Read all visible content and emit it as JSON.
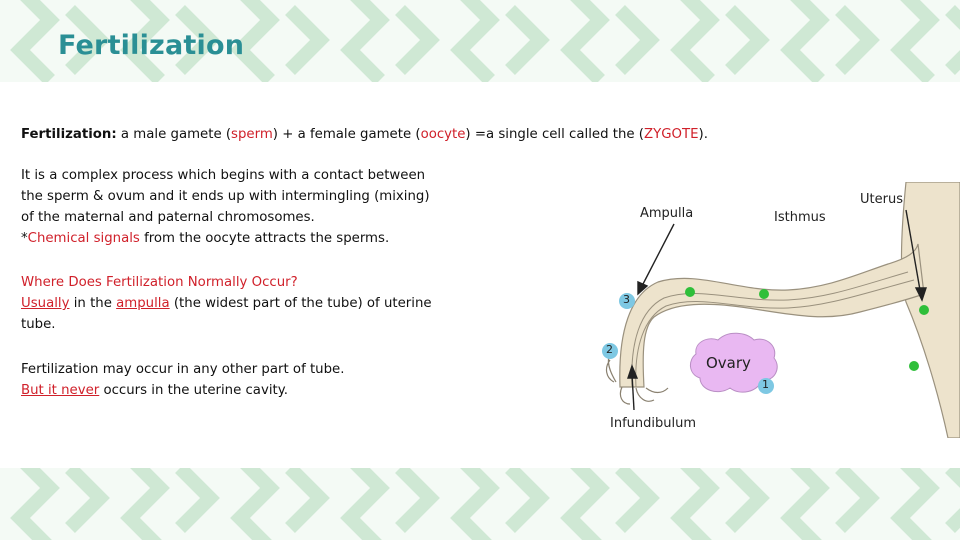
{
  "slide": {
    "title": "Fertilization",
    "definition": {
      "term": "Fertilization:",
      "part1": " a male gamete (",
      "sperm": "sperm",
      "part2": ") + a female gamete (",
      "oocyte": "oocyte",
      "part3": ") =a single cell called the (",
      "zygote": "ZYGOTE",
      "part4": ")."
    },
    "para1": {
      "line1": "It is a complex process which begins with a contact between",
      "line2": "the sperm & ovum and it ends up with intermingling (mixing)",
      "line3": "of the maternal and paternal chromosomes.",
      "line4_prefix": "*",
      "line4_highlight": "Chemical signals",
      "line4_rest": " from the oocyte attracts the sperms."
    },
    "para2": {
      "question": "Where Does Fertilization Normally Occur?",
      "usually": "Usually",
      "in_the": " in the ",
      "ampulla": "ampulla",
      "rest": " (the widest part of the tube) of uterine",
      "line3": "tube."
    },
    "para3": {
      "line1": "Fertilization may occur in any other part of tube.",
      "but_never": "But it never",
      "rest": " occurs in the uterine cavity."
    }
  },
  "diagram": {
    "labels": {
      "ampulla": "Ampulla",
      "isthmus": "Isthmus",
      "uterus": "Uterus",
      "ovary": "Ovary",
      "infundibulum": "Infundibulum",
      "marker1": "1",
      "marker2": "2",
      "marker3": "3"
    }
  },
  "colors": {
    "title": "#2a8f95",
    "highlight": "#d0202a",
    "band": "#cfe8d4",
    "tube": "#ede3cc",
    "ovary": "#e9b8f2",
    "marker": "#7ec8e3",
    "sperm_dot": "#2fbf3a"
  }
}
